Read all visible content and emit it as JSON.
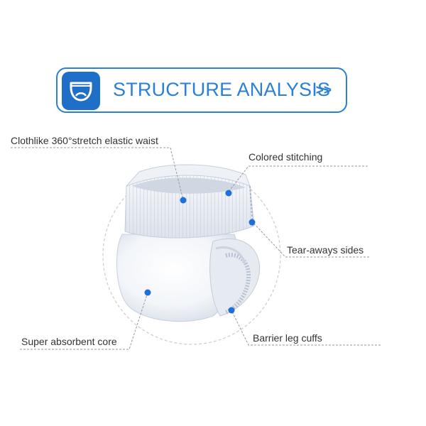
{
  "banner": {
    "title": "STRUCTURE ANALYSIS",
    "arrows": ">>",
    "icon": "diaper-pants-icon"
  },
  "callouts": {
    "waist": "Clothlike 360°stretch elastic waist",
    "stitching": "Colored stitching",
    "sides": "Tear-aways sides",
    "core": "Super absorbent core",
    "cuffs": "Barrier leg cuffs"
  },
  "colors": {
    "accent": "#2b7fd4",
    "dot": "#1f6fd8",
    "leader": "#9a9a9a"
  }
}
